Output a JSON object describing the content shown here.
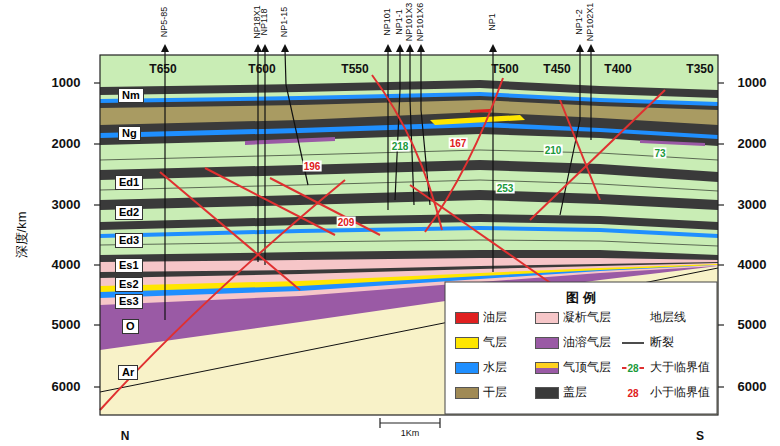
{
  "diagram": {
    "nodes": [
      {
        "text": [
          "Nm"
        ]
      },
      {
        "text": [
          "Ng"
        ]
      },
      {
        "text": [
          "Ed1"
        ]
      },
      {
        "text": [
          "Ed2"
        ]
      },
      {
        "text": [
          "Ed3"
        ]
      },
      {
        "text": [
          "Es1"
        ]
      },
      {
        "text": [
          "Es2"
        ]
      },
      {
        "text": [
          "Es3"
        ]
      },
      {
        "text": [
          "O"
        ]
      },
      {
        "text": [
          "Ar"
        ]
      }
    ],
    "labels": [
      "NP5-85",
      "NP18X1",
      "NP118",
      "NP1-15",
      "NP101",
      "NP1-1",
      "NP101X3",
      "NP101X6",
      "NP1",
      "NP1-2",
      "NP102X1",
      "T650",
      "T600",
      "T550",
      "T500",
      "T450",
      "T400",
      "T350",
      "1000",
      "2000",
      "3000",
      "4000",
      "5000",
      "6000",
      "1000",
      "2000",
      "3000",
      "4000",
      "5000",
      "6000",
      "深度/km",
      "N",
      "S",
      "1Km",
      "28",
      "28",
      "图 例",
      "218",
      "167",
      "210",
      "73",
      "253",
      "196",
      "209"
    ],
    "legend": [
      {
        "text": "油层",
        "color": "#e02020"
      },
      {
        "text": "凝析气层",
        "color": "#f6c6c8"
      },
      {
        "text": "地层线"
      },
      {
        "text": "气层",
        "color": "#ffe600"
      },
      {
        "text": "油溶气层",
        "color": "#9a5aa5"
      },
      {
        "text": "断裂"
      },
      {
        "text": "水层",
        "color": "#1f8fff"
      },
      {
        "text": "气顶气层",
        "color": "#ffd21e"
      },
      {
        "text": "大于临界值"
      },
      {
        "text": "干层",
        "color": "#a08a55"
      },
      {
        "text": "盖层",
        "color": "#3a3a3a"
      },
      {
        "text": "小于临界值"
      }
    ]
  }
}
